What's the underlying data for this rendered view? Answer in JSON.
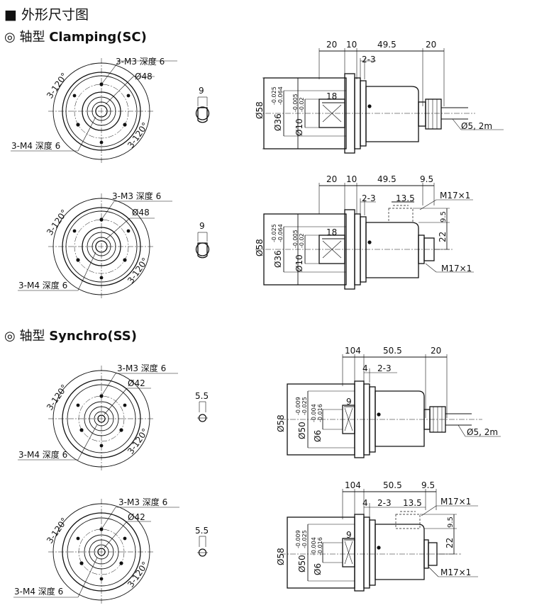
{
  "header": {
    "icon": "filled-square-icon",
    "title": "外形尺寸图"
  },
  "sections": [
    {
      "icon": "double-circle-icon",
      "prefix": "轴型",
      "name": "Clamping(SC)"
    },
    {
      "icon": "double-circle-icon",
      "prefix": "轴型",
      "name": "Synchro(SS)"
    }
  ],
  "labels": {
    "m3": "3-M3 深度 6",
    "m4": "3-M4 深度 6",
    "deg120": "3-120°",
    "d48": "Ø48",
    "d42": "Ø42",
    "flat9": "9",
    "flat55": "5.5",
    "d58": "Ø58",
    "d36": "Ø36",
    "d36_tol_up": "-0.025",
    "d36_tol_lo": "-0.064",
    "d10": "Ø10",
    "d10_tol_up": "-0.005",
    "d10_tol_lo": "-0.02",
    "d50": "Ø50",
    "d50_tol_up": "-0.009",
    "d50_tol_lo": "-0.025",
    "d6": "Ø6",
    "d6_tol_up": "-0.004",
    "d6_tol_lo": "-0.016",
    "len18": "18",
    "len9": "9",
    "top20": "20",
    "top10": "10",
    "top104": "104",
    "top495": "49.5",
    "top505": "50.5",
    "top20b": "20",
    "top95": "9.5",
    "gap23": "2-3",
    "gap4": "4",
    "cable": "Ø5, 2m",
    "w135": "13.5",
    "h95": "9.5",
    "h22": "22",
    "m17": "M17×1"
  }
}
